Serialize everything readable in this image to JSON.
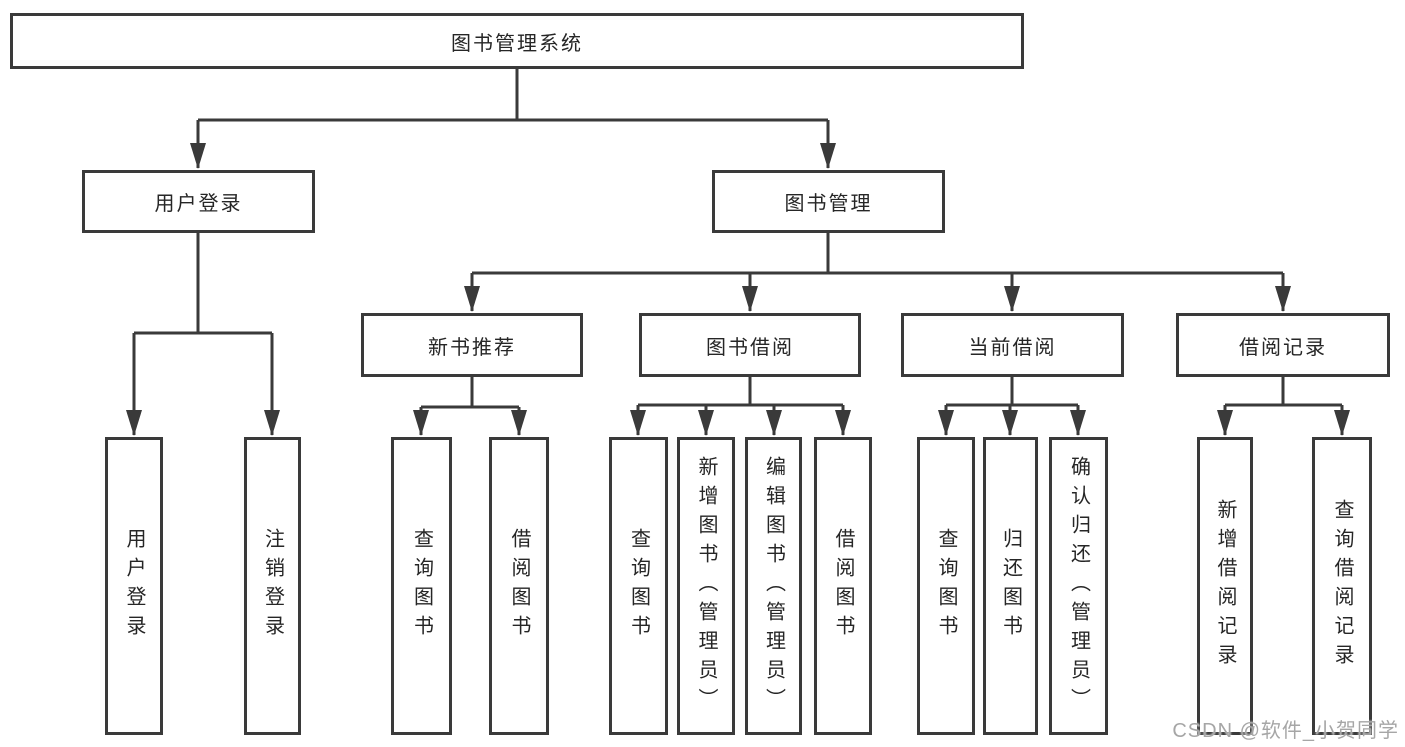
{
  "tree": {
    "label": "图书管理系统",
    "children": [
      {
        "label": "用户登录",
        "children": [
          {
            "label": "用户登录"
          },
          {
            "label": "注销登录"
          }
        ]
      },
      {
        "label": "图书管理",
        "children": [
          {
            "label": "新书推荐",
            "children": [
              {
                "label": "查询图书"
              },
              {
                "label": "借阅图书"
              }
            ]
          },
          {
            "label": "图书借阅",
            "children": [
              {
                "label": "查询图书"
              },
              {
                "label": "新增图书（管理员）"
              },
              {
                "label": "编辑图书（管理员）"
              },
              {
                "label": "借阅图书"
              }
            ]
          },
          {
            "label": "当前借阅",
            "children": [
              {
                "label": "查询图书"
              },
              {
                "label": "归还图书"
              },
              {
                "label": "确认归还（管理员）"
              }
            ]
          },
          {
            "label": "借阅记录",
            "children": [
              {
                "label": "新增借阅记录"
              },
              {
                "label": "查询借阅记录"
              }
            ]
          }
        ]
      }
    ]
  },
  "watermark": {
    "text": "CSDN @软件_小贺同学"
  },
  "colors": {
    "line": "#3a3a3a",
    "text": "#262626",
    "boxbg": "#ffffff",
    "watermark": "#a6a6a6"
  }
}
